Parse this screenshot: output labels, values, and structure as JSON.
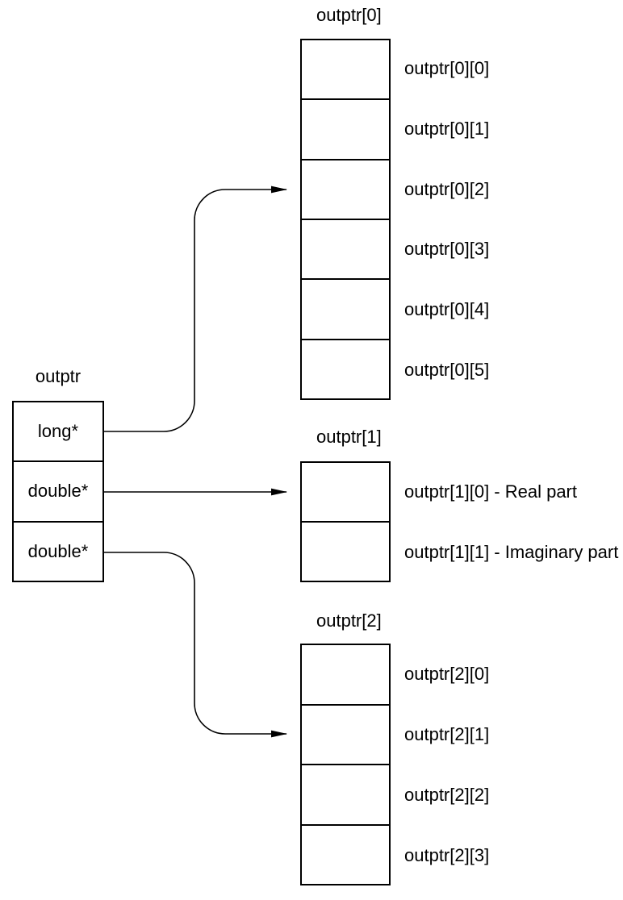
{
  "diagram": {
    "background": "#ffffff",
    "line_color": "#000000",
    "pointer_table": {
      "title": "outptr",
      "cells": [
        "long*",
        "double*",
        "double*"
      ]
    },
    "arrays": [
      {
        "title": "outptr[0]",
        "cell_labels": [
          "outptr[0][0]",
          "outptr[0][1]",
          "outptr[0][2]",
          "outptr[0][3]",
          "outptr[0][4]",
          "outptr[0][5]"
        ]
      },
      {
        "title": "outptr[1]",
        "cell_labels": [
          "outptr[1][0] - Real part",
          "outptr[1][1] - Imaginary part"
        ]
      },
      {
        "title": "outptr[2]",
        "cell_labels": [
          "outptr[2][0]",
          "outptr[2][1]",
          "outptr[2][2]",
          "outptr[2][3]"
        ]
      }
    ],
    "arrows": [
      {
        "from": "outptr long* cell",
        "to": "outptr[0] array"
      },
      {
        "from": "outptr first double* cell",
        "to": "outptr[1] array"
      },
      {
        "from": "outptr second double* cell",
        "to": "outptr[2] array"
      }
    ]
  }
}
